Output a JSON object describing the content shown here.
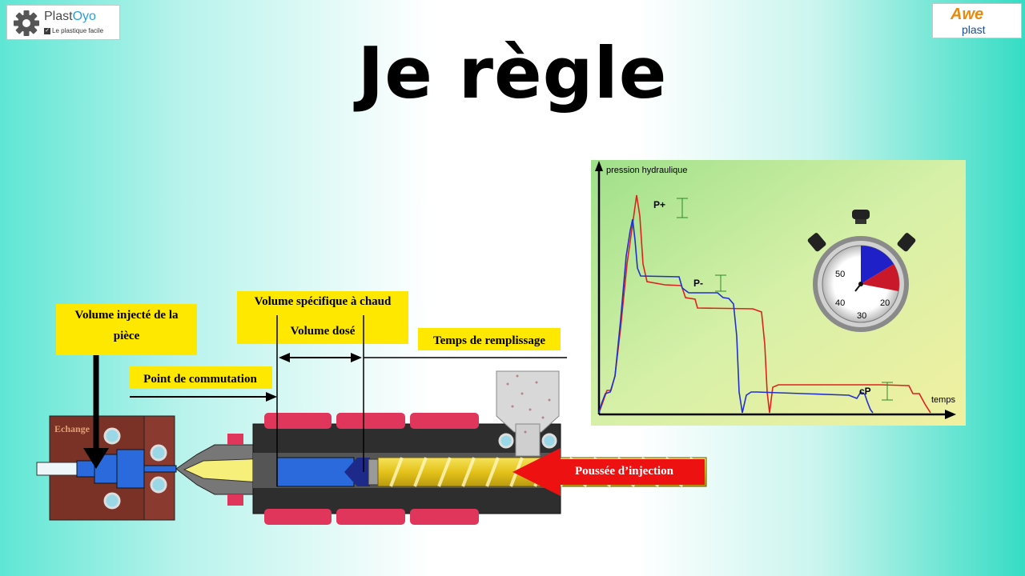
{
  "header": {
    "title": "Je règle",
    "logo_left": {
      "brand_part1": "Plast",
      "brand_part2": "Oyo",
      "tagline": "Le plastique facile"
    },
    "logo_right": {
      "brand": "Awe",
      "sub": "plast"
    }
  },
  "machine_diagram": {
    "labels": {
      "volume_injecte": [
        "Volume injecté de la",
        "pièce"
      ],
      "volume_specifique": "Volume spécifique à chaud",
      "volume_dose": "Volume dosé",
      "temps_remplissage": "Temps de remplissage",
      "point_commutation": "Point de commutation",
      "echange": "Echange",
      "poussee": "Poussée d’injection"
    }
  },
  "pressure_graph": {
    "y_axis_label": "pression hydraulique",
    "x_axis_label": "temps",
    "markers": [
      "P+",
      "P-",
      "cP"
    ],
    "stopwatch_numbers": [
      "50",
      "40",
      "30",
      "20"
    ]
  },
  "colors": {
    "label_background": "#ffe800",
    "heater_band": "#e0365c",
    "curve_red": "#e02020",
    "curve_blue": "#2030d0",
    "arrow_red": "#ee1111"
  }
}
